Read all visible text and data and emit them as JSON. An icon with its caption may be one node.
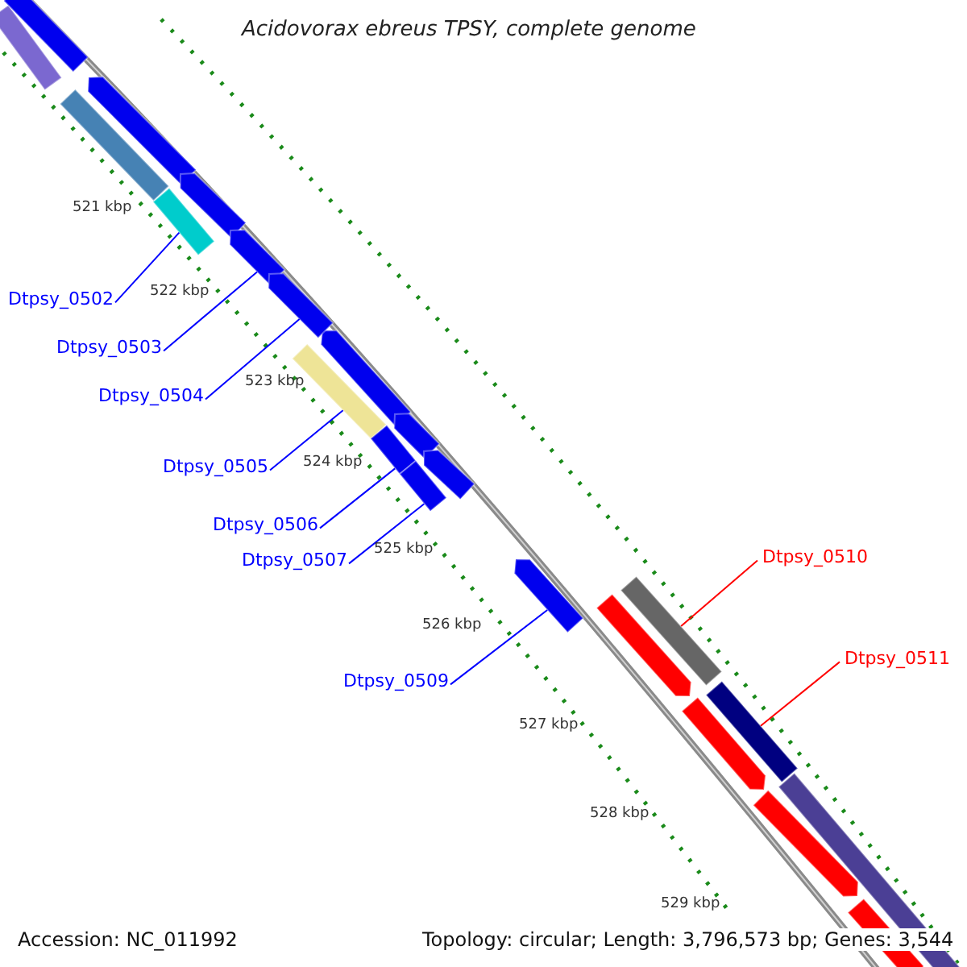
{
  "diagram": {
    "title": "Acidovorax ebreus TPSY, complete genome",
    "nodes": [
      {
        "text": [
          "Dtpsy_0502"
        ]
      },
      {
        "text": [
          "Dtpsy_0503"
        ]
      },
      {
        "text": [
          "Dtpsy_0504"
        ]
      },
      {
        "text": [
          "Dtpsy_0505"
        ]
      },
      {
        "text": [
          "Dtpsy_0506"
        ]
      },
      {
        "text": [
          "Dtpsy_0507"
        ]
      },
      {
        "text": [
          "Dtpsy_0509"
        ]
      },
      {
        "text": [
          "Dtpsy_0510"
        ]
      },
      {
        "text": [
          "Dtpsy_0511"
        ]
      },
      {
        "text": [],
        "shape": "bar"
      },
      {
        "text": [],
        "shape": "arrow"
      },
      {
        "text": [],
        "shape": "arrow"
      },
      {
        "text": [],
        "shape": "bar"
      },
      {
        "text": [],
        "shape": "bar"
      },
      {
        "text": [],
        "shape": "bar"
      },
      {
        "text": [],
        "shape": "arrow"
      },
      {
        "text": [],
        "shape": "bar"
      },
      {
        "text": [],
        "shape": "bar"
      }
    ],
    "edges": [
      {
        "from": 0,
        "to": 9,
        "arrow": "none"
      },
      {
        "from": 1,
        "to": 10,
        "arrow": "none"
      },
      {
        "from": 2,
        "to": 11,
        "arrow": "none"
      },
      {
        "from": 3,
        "to": 12,
        "arrow": "none"
      },
      {
        "from": 4,
        "to": 13,
        "arrow": "none"
      },
      {
        "from": 5,
        "to": 14,
        "arrow": "none"
      },
      {
        "from": 6,
        "to": 15,
        "arrow": "none"
      },
      {
        "from": 7,
        "to": 16,
        "arrow": "none",
        "color": "#ff0000"
      },
      {
        "from": 8,
        "to": 17,
        "arrow": "none",
        "color": "#ff0000"
      }
    ],
    "labels": [
      "521 kbp",
      "522 kbp",
      "523 kbp",
      "524 kbp",
      "525 kbp",
      "526 kbp",
      "527 kbp",
      "528 kbp",
      "529 kbp",
      "Accession: NC_011992",
      "Topology: circular; Length: 3,796,573 bp; Genes: 3,544"
    ]
  }
}
